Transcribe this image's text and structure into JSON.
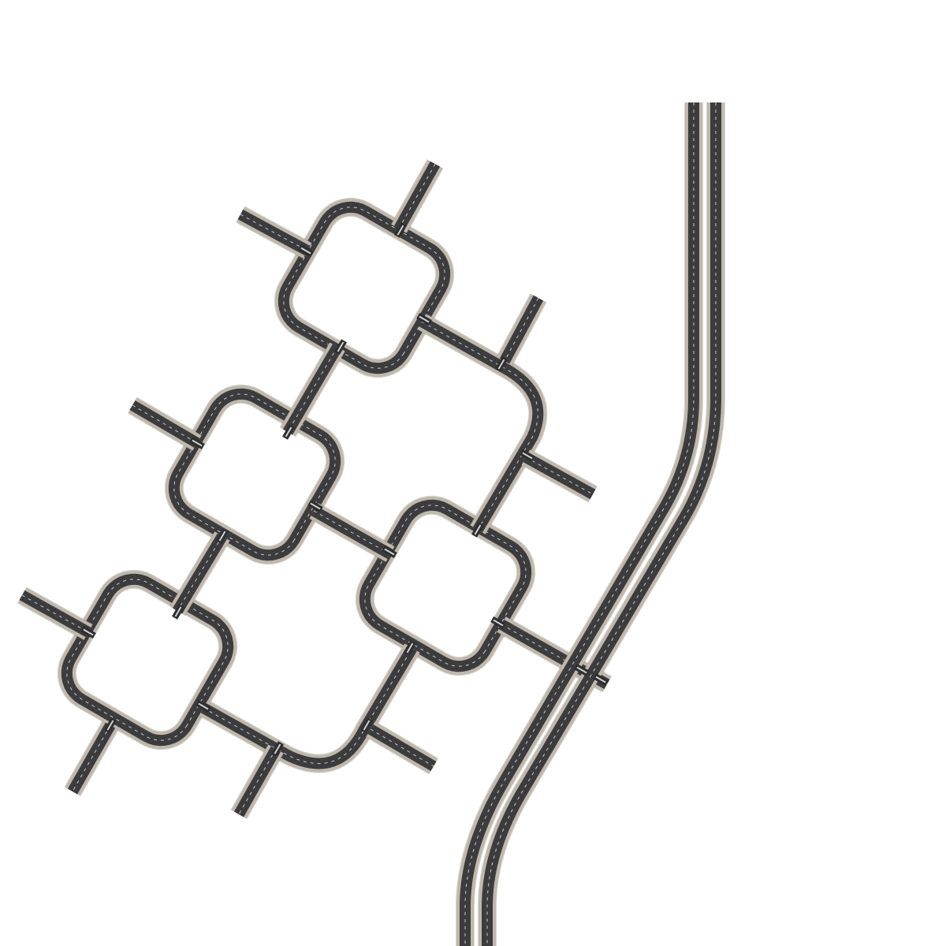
{
  "colors": {
    "background": "#ffffff",
    "road_asphalt": "#3c3c3e",
    "road_shoulder": "#c0b8ac",
    "lane_marking": "#c9c9c9"
  },
  "map": {
    "roundabouts": [
      {
        "id": "roundabout-top"
      },
      {
        "id": "roundabout-middle-left"
      },
      {
        "id": "roundabout-middle-right"
      },
      {
        "id": "roundabout-bottom-left"
      }
    ],
    "highway": {
      "lanes": 2
    }
  }
}
